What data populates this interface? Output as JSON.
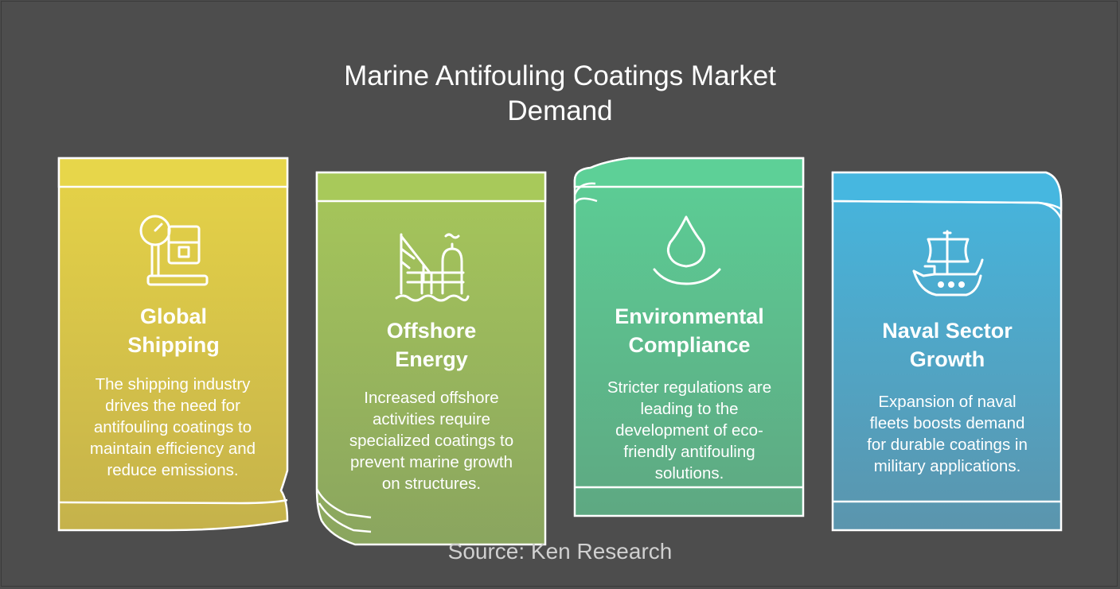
{
  "title_line1": "Marine Antifouling Coatings Market",
  "title_line2": "Demand",
  "source": "Source: Ken Research",
  "cards": [
    {
      "heading_line1": "Global",
      "heading_line2": "Shipping",
      "body": "The shipping industry drives the need for antifouling coatings to maintain efficiency and reduce emissions.",
      "icon": "scale-with-package-icon",
      "color_top": "#e6d347",
      "color_bottom": "#c5b24b"
    },
    {
      "heading_line1": "Offshore",
      "heading_line2": "Energy",
      "body": "Increased offshore activities require specialized coatings to prevent marine growth on structures.",
      "icon": "offshore-platform-icon",
      "color_top": "#a7c75a",
      "color_bottom": "#8aa55f"
    },
    {
      "heading_line1": "Environmental",
      "heading_line2": "Compliance",
      "body": "Stricter regulations are leading to the development of eco-friendly antifouling solutions.",
      "icon": "water-drop-icon",
      "color_top": "#5ccf96",
      "color_bottom": "#5ea882"
    },
    {
      "heading_line1": "Naval Sector",
      "heading_line2": "Growth",
      "body": "Expansion of naval fleets boosts demand for durable coatings in military applications.",
      "icon": "ship-icon",
      "color_top": "#45b6df",
      "color_bottom": "#5b95ad"
    }
  ]
}
